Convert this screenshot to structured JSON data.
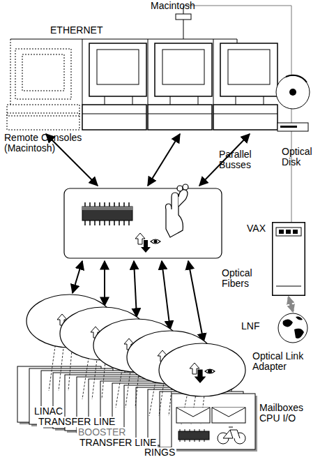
{
  "diagram": {
    "nodes": [
      {
        "text": [
          "VAX"
        ]
      },
      {
        "text": [
          "LNF"
        ]
      }
    ],
    "edges": [
      {
        "from": 0,
        "to": 1,
        "arrow": "both"
      }
    ],
    "labels": [
      "Macintosh",
      "ETHERNET",
      "Remote Consoles (Macintosh)",
      "Optical Disk",
      "Parallel Busses",
      "Optical Fibers",
      "Optical Link Adapter",
      "LINAC",
      "TRANSFER LINE",
      "BOOSTER",
      "TRANSFER LINE",
      "RINGS",
      "Mailboxes CPU I/O"
    ]
  }
}
